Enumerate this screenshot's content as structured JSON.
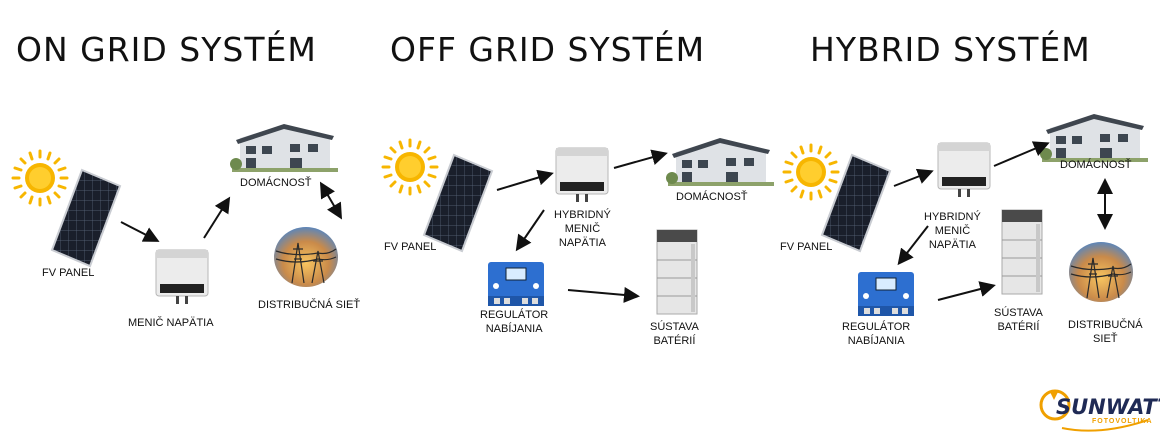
{
  "sections": [
    {
      "title": "ON GRID SYSTÉM",
      "labels": {
        "panel": "FV PANEL",
        "inverter": "MENIČ NAPÄTIA",
        "house": "DOMÁCNOSŤ",
        "grid": "DISTRIBUČNÁ SIEŤ"
      }
    },
    {
      "title": "OFF GRID SYSTÉM",
      "labels": {
        "panel": "FV PANEL",
        "inverter": "HYBRIDNÝ\nMENIČ\nNAPÄTIA",
        "house": "DOMÁCNOSŤ",
        "regulator": "REGULÁTOR\nNABÍJANIA",
        "battery": "SÚSTAVA\nBATÉRIÍ"
      }
    },
    {
      "title": "HYBRID SYSTÉM",
      "labels": {
        "panel": "FV PANEL",
        "inverter": "HYBRIDNÝ\nMENIČ\nNAPÄTIA",
        "house": "DOMÁCNOSŤ",
        "regulator": "REGULÁTOR\nNABÍJANIA",
        "battery": "SÚSTAVA\nBATÉRIÍ",
        "grid": "DISTRIBUČNÁ\nSIEŤ"
      }
    }
  ],
  "logo": {
    "name": "SUNWATT",
    "tagline": "FOTOVOLTIKA"
  },
  "colors": {
    "sun": "#f7b600",
    "panel": "#1a1f2b",
    "inverter": "#e9e9e9",
    "regulator": "#2d6fd0",
    "battery": "#d9d9d9",
    "arrow": "#111111",
    "logo": "#1f2a55",
    "logo_accent": "#f0a000"
  }
}
